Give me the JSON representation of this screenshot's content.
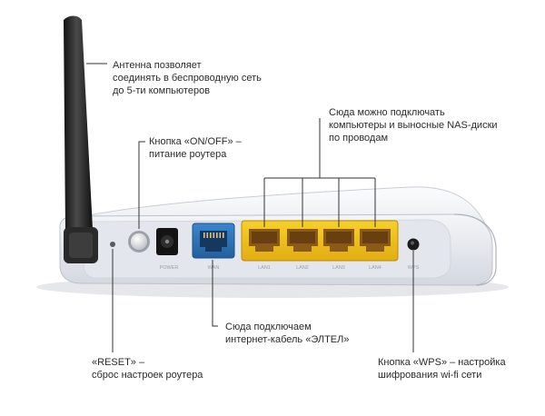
{
  "callouts": {
    "antenna": {
      "line1": "Антенна позволяет",
      "line2": "соединять в беспроводную сеть",
      "line3": "до 5-ти компьютеров"
    },
    "power": {
      "line1": "Кнопка «ON/OFF» –",
      "line2": "питание роутера"
    },
    "lan": {
      "line1": "Сюда можно подключать",
      "line2": "компьютеры и выносные NAS-диски",
      "line3": "по проводам"
    },
    "wan": {
      "line1": "Сюда подключаем",
      "line2": "интернет-кабель «ЭЛТЕЛ»"
    },
    "reset": {
      "line1": "«RESET» –",
      "line2": "сброс настроек роутера"
    },
    "wps": {
      "line1": "Кнопка «WPS» – настройка",
      "line2": "шифрования wi-fi сети"
    }
  },
  "ports": {
    "power_jack": "POWER",
    "wan": "WAN",
    "lan": [
      "LAN1",
      "LAN2",
      "LAN3",
      "LAN4"
    ],
    "wps": "WPS"
  },
  "colors": {
    "wan_port": "#2f73b8",
    "lan_panel": "#f2c21b",
    "router_body": "#eef0f4",
    "callout_line": "#333333"
  }
}
